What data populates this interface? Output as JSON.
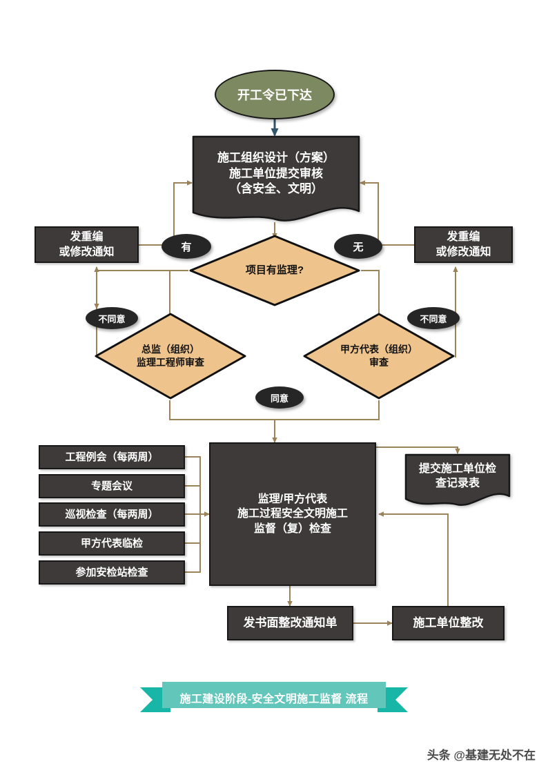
{
  "diagram": {
    "title_banner": "施工建设阶段-安全文明施工监督 流程",
    "watermark": "头条 @基建无处不在",
    "colors": {
      "dark_node": "#3d3a39",
      "node_border": "#171717",
      "start_oval": "#7d8961",
      "decision_fill": "#efc48c",
      "connector": "#9c8259",
      "start_arrow": "#31566b",
      "banner": "#3fbdad",
      "banner_body": "#63c6ba"
    },
    "start": {
      "label": "开工令已下达",
      "shape": "oval"
    },
    "process_main": {
      "lines": [
        "施工组织设计（方案）",
        "施工单位提交审核",
        "（含安全、文明）"
      ],
      "shape": "document"
    },
    "notice_left": {
      "lines": [
        "发重编",
        "或修改通知"
      ],
      "shape": "rect"
    },
    "notice_right": {
      "lines": [
        "发重编",
        "或修改通知"
      ],
      "shape": "rect"
    },
    "decision_top": {
      "lines": [
        "项目有监理?"
      ],
      "shape": "diamond"
    },
    "decision_left": {
      "lines": [
        "总监（组织）",
        "监理工程师审查"
      ],
      "shape": "diamond"
    },
    "decision_right": {
      "lines": [
        "甲方代表（组织）",
        "审查"
      ],
      "shape": "diamond"
    },
    "edge_labels": {
      "has_supervisor": "有",
      "no_supervisor": "无",
      "disagree_left": "不同意",
      "disagree_right": "不同意",
      "agree": "同意"
    },
    "supervision_box": {
      "lines": [
        "监理/甲方代表",
        "施工过程安全文明施工",
        "监督（复）检查"
      ],
      "shape": "rect"
    },
    "activities": [
      {
        "label": "工程例会（每两周）"
      },
      {
        "label": "专题会议"
      },
      {
        "label": "巡视检查（每两周）"
      },
      {
        "label": "甲方代表临检"
      },
      {
        "label": "参加安检站检查"
      }
    ],
    "record_box": {
      "lines": [
        "提交施工单位检",
        "查记录表"
      ],
      "shape": "document"
    },
    "rectify_notice": {
      "lines": [
        "发书面整改通知单"
      ],
      "shape": "rect"
    },
    "contractor_rectify": {
      "lines": [
        "施工单位整改"
      ],
      "shape": "rect"
    }
  }
}
